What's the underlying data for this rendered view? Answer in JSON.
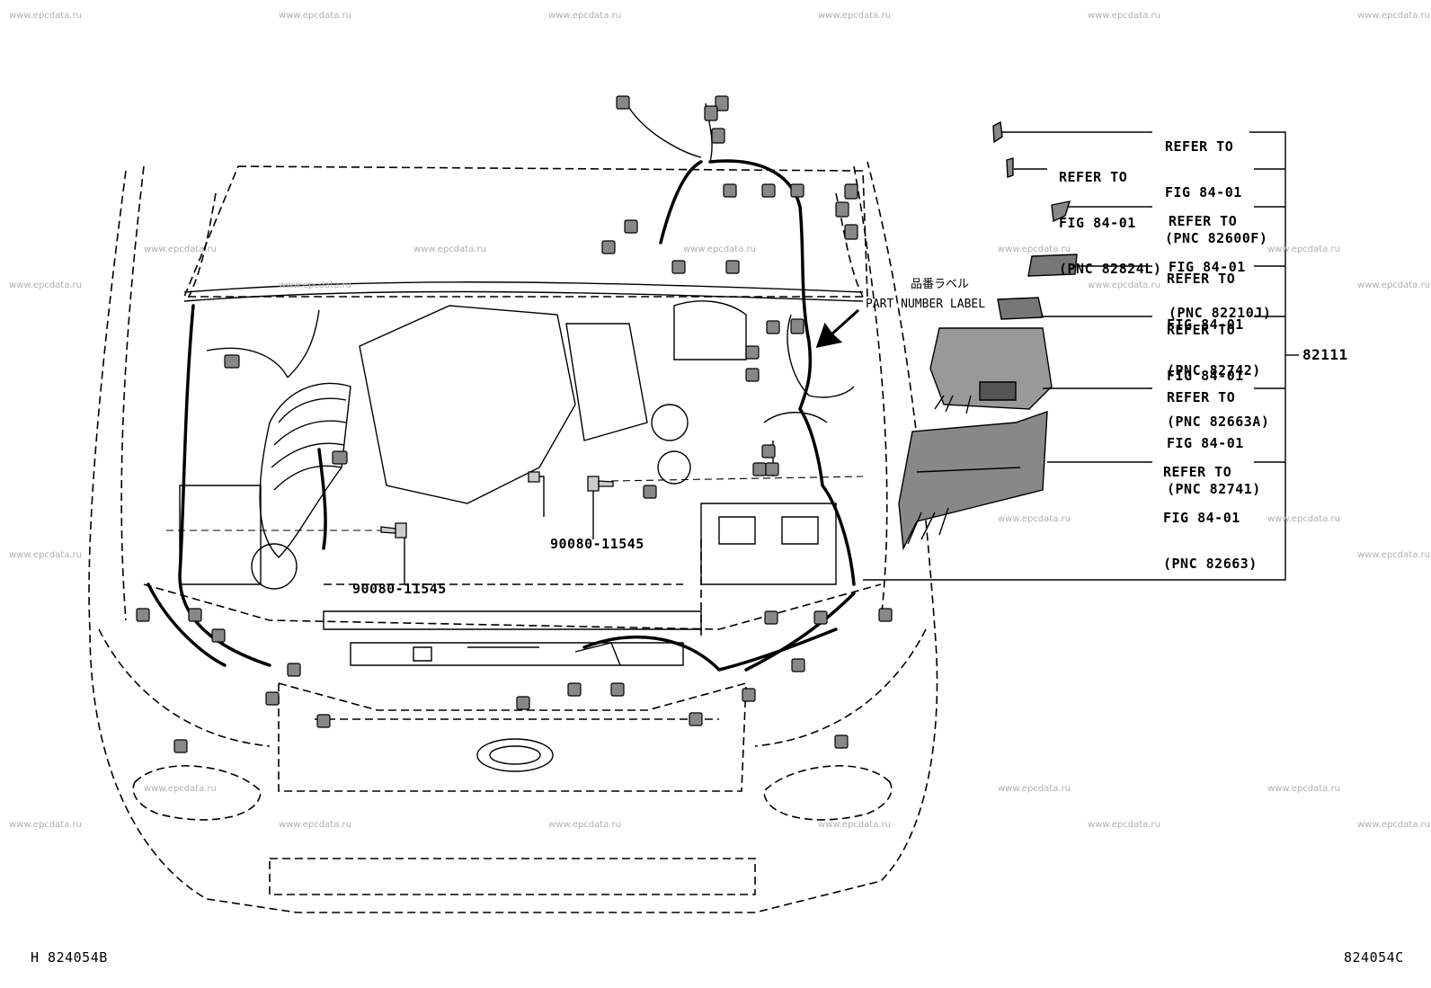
{
  "watermark": "www.epcdata.ru",
  "part_number_label": {
    "jp": "品番ラベル",
    "en": "PART NUMBER LABEL"
  },
  "refs": [
    {
      "line1": "REFER TO",
      "line2": "FIG 84-01",
      "line3": "(PNC 82600F)"
    },
    {
      "line1": "REFER TO",
      "line2": "FIG 84-01",
      "line3": "(PNC 82824L)"
    },
    {
      "line1": "REFER TO",
      "line2": "FIG 84-01",
      "line3": "(PNC 82210J)"
    },
    {
      "line1": "REFER TO",
      "line2": "FIG 84-01",
      "line3": "(PNC 82742)"
    },
    {
      "line1": "REFER TO",
      "line2": "FIG 84-01",
      "line3": "(PNC 82663A)"
    },
    {
      "line1": "REFER TO",
      "line2": "FIG 84-01",
      "line3": "(PNC 82741)"
    },
    {
      "line1": "REFER TO",
      "line2": "FIG 84-01",
      "line3": "(PNC 82663)"
    }
  ],
  "main_part": "82111",
  "bolts": [
    "90080-11545",
    "90080-11545"
  ],
  "codes": {
    "left": "H 824054B",
    "right": "824054C"
  }
}
